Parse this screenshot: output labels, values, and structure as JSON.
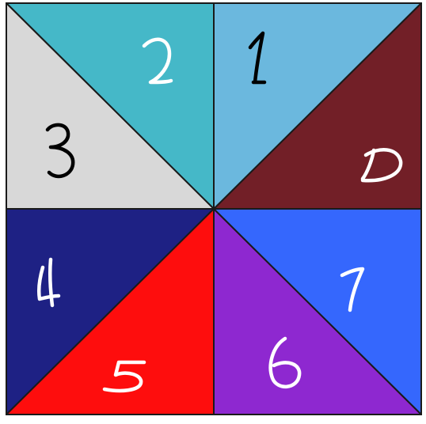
{
  "pieces": [
    {
      "label": "0",
      "color": "#721f27",
      "label_color": "#ffffff"
    },
    {
      "label": "1",
      "color": "#6bb8de",
      "label_color": "#000000"
    },
    {
      "label": "2",
      "color": "#45b8c8",
      "label_color": "#ffffff"
    },
    {
      "label": "3",
      "color": "#d8d8d8",
      "label_color": "#000000"
    },
    {
      "label": "4",
      "color": "#1e2184",
      "label_color": "#ffffff"
    },
    {
      "label": "5",
      "color": "#fe0d0d",
      "label_color": "#ffffff"
    },
    {
      "label": "6",
      "color": "#8e28d0",
      "label_color": "#ffffff"
    },
    {
      "label": "7",
      "color": "#3567fd",
      "label_color": "#ffffff"
    }
  ]
}
